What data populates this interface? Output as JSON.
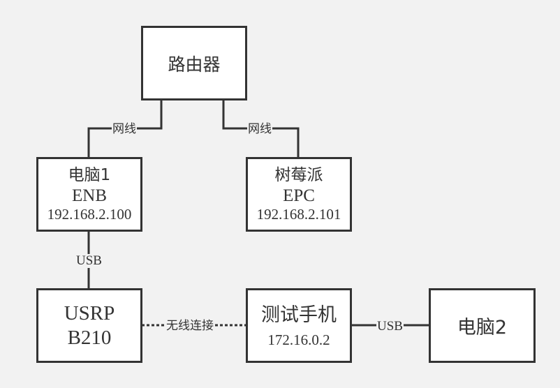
{
  "nodes": {
    "router": {
      "title": "路由器"
    },
    "pc1": {
      "title": "电脑1",
      "role": "ENB",
      "ip": "192.168.2.100"
    },
    "raspberry_pi": {
      "title": "树莓派",
      "role": "EPC",
      "ip": "192.168.2.101"
    },
    "usrp": {
      "line1": "USRP",
      "line2": "B210"
    },
    "phone": {
      "title": "测试手机",
      "ip": "172.16.0.2"
    },
    "pc2": {
      "title": "电脑2"
    }
  },
  "edges": {
    "router_pc1": "网线",
    "router_pi": "网线",
    "pc1_usrp": "USB",
    "usrp_phone": "无线连接",
    "phone_pc2": "USB"
  },
  "colors": {
    "line": "#333333",
    "background": "#f2f2f2",
    "box_fill": "#ffffff"
  }
}
